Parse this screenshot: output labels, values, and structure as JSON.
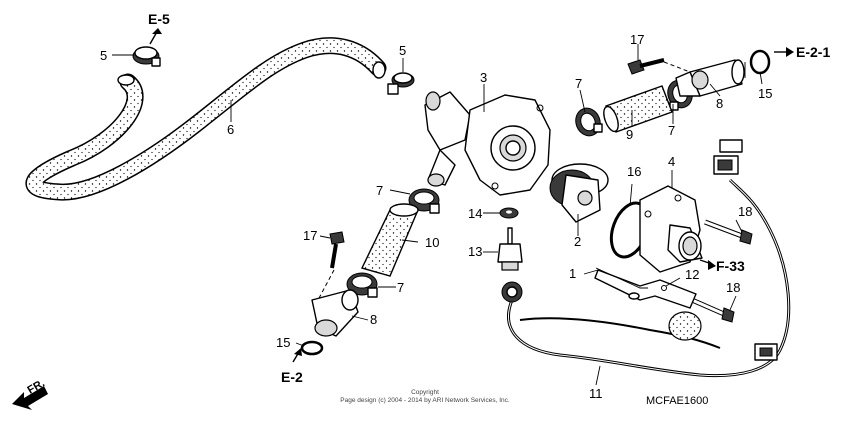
{
  "callouts": {
    "p1": "1",
    "p2": "2",
    "p3": "3",
    "p4": "4",
    "p5a": "5",
    "p5b": "5",
    "p6": "6",
    "p7a": "7",
    "p7b": "7",
    "p7c": "7",
    "p7d": "7",
    "p8a": "8",
    "p8b": "8",
    "p9": "9",
    "p10": "10",
    "p11": "11",
    "p12": "12",
    "p13": "13",
    "p14": "14",
    "p15a": "15",
    "p15b": "15",
    "p16": "16",
    "p17a": "17",
    "p17b": "17",
    "p18a": "18",
    "p18b": "18"
  },
  "refs": {
    "e5": "E-5",
    "e21": "E-2-1",
    "e2": "E-2",
    "f33": "F-33"
  },
  "direction_label": "FR.",
  "diagram_code": "MCFAE1600",
  "copyright": {
    "line1": "Copyright",
    "line2": "Page design (c) 2004 - 2014 by ARI Network Services, Inc."
  },
  "icons": [
    "front-direction-arrow-icon"
  ]
}
